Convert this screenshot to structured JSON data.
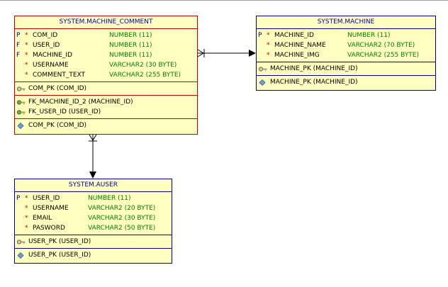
{
  "tables": {
    "comment": {
      "title": "SYSTEM.MACHINE_COMMENT",
      "columns": [
        {
          "flag": "P",
          "star": "*",
          "name": "COM_ID",
          "type": "NUMBER (11)"
        },
        {
          "flag": "F",
          "star": "*",
          "name": "USER_ID",
          "type": "NUMBER (11)"
        },
        {
          "flag": "F",
          "star": "*",
          "name": "MACHINE_ID",
          "type": "NUMBER (11)"
        },
        {
          "flag": "",
          "star": "*",
          "name": "USERNAME",
          "type": "VARCHAR2 (30 BYTE)"
        },
        {
          "flag": "",
          "star": "*",
          "name": "COMMENT_TEXT",
          "type": "VARCHAR2 (255 BYTE)"
        }
      ],
      "keys": [
        "COM_PK (COM_ID)"
      ],
      "foreign_keys": [
        "FK_MACHINE_ID_2 (MACHINE_ID)",
        "FK_USER_ID (USER_ID)"
      ],
      "indexes": [
        "COM_PK (COM_ID)"
      ]
    },
    "machine": {
      "title": "SYSTEM.MACHINE",
      "columns": [
        {
          "flag": "P",
          "star": "*",
          "name": "MACHINE_ID",
          "type": "NUMBER (11)"
        },
        {
          "flag": "",
          "star": "*",
          "name": "MACHINE_NAME",
          "type": "VARCHAR2 (70 BYTE)"
        },
        {
          "flag": "",
          "star": "*",
          "name": "MACHINE_IMG",
          "type": "VARCHAR2 (255 BYTE)"
        }
      ],
      "keys": [
        "MACHINE_PK (MACHINE_ID)"
      ],
      "indexes": [
        "MACHINE_PK (MACHINE_ID)"
      ]
    },
    "auser": {
      "title": "SYSTEM.AUSER",
      "columns": [
        {
          "flag": "P",
          "star": "*",
          "name": "USER_ID",
          "type": "NUMBER (11)"
        },
        {
          "flag": "",
          "star": "*",
          "name": "USERNAME",
          "type": "VARCHAR2 (20 BYTE)"
        },
        {
          "flag": "",
          "star": "*",
          "name": "EMAIL",
          "type": "VARCHAR2 (30 BYTE)"
        },
        {
          "flag": "",
          "star": "*",
          "name": "PASWORD",
          "type": "VARCHAR2 (50 BYTE)"
        }
      ],
      "keys": [
        "USER_PK (USER_ID)"
      ],
      "indexes": [
        "USER_PK (USER_ID)"
      ]
    }
  },
  "colors": {
    "entity_fill": "#ffffc0",
    "border_red": "#c00000",
    "border_blue": "#00008b",
    "title_text": "#0000a0",
    "type_text": "#008000"
  },
  "icons": {
    "primary_key": "key-icon",
    "foreign_key": "fk-key-icon",
    "index": "diamond-icon"
  }
}
